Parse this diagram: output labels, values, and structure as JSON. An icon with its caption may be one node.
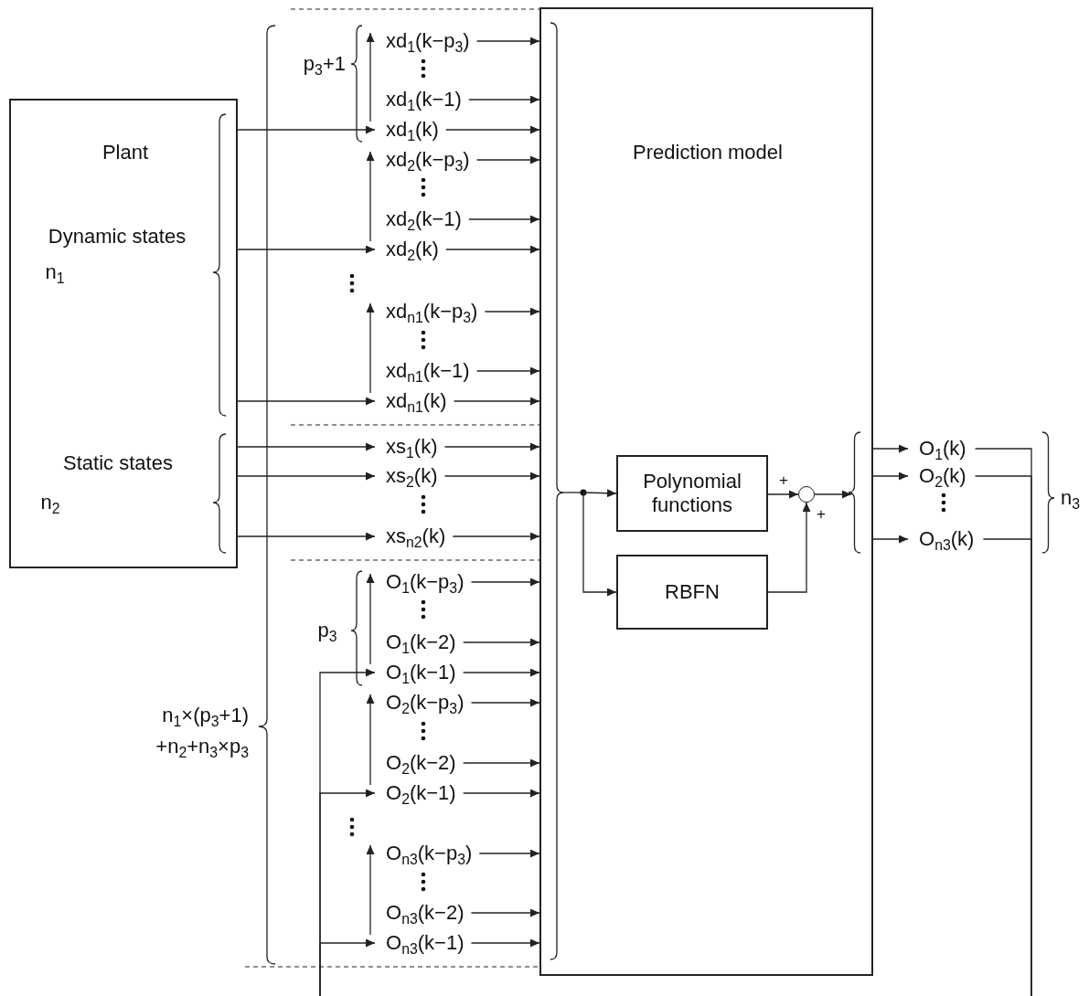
{
  "diagram": {
    "nodes": [
      {
        "text": [
          "Plant",
          "Dynamic states",
          "Static states"
        ]
      },
      {
        "text": [
          "Prediction model"
        ]
      },
      {
        "text": [
          "Polynomial functions"
        ],
        "in": 1
      },
      {
        "text": [],
        "shape": "circle",
        "in": 1
      },
      {
        "text": [
          "RBFN"
        ],
        "in": 1
      },
      {
        "text": [
          "xd$_{1}$(k−p$_{3}$)"
        ]
      },
      {
        "text": [
          "xd$_{1}$(k−1)"
        ]
      },
      {
        "text": [
          "xd$_{1}$(k)"
        ]
      },
      {
        "text": [
          "xd$_{2}$(k−p$_{3}$)"
        ]
      },
      {
        "text": [
          "xd$_{2}$(k−1)"
        ]
      },
      {
        "text": [
          "xd$_{2}$(k)"
        ]
      },
      {
        "text": [
          "xd$_{n1}$(k−p$_{3}$)"
        ]
      },
      {
        "text": [
          "xd$_{n1}$(k−1)"
        ]
      },
      {
        "text": [
          "xd$_{n1}$(k)"
        ]
      },
      {
        "text": [
          "xs$_{1}$(k)"
        ]
      },
      {
        "text": [
          "xs$_{2}$(k)"
        ]
      },
      {
        "text": [
          "xs$_{n2}$(k)"
        ]
      },
      {
        "text": [
          "O$_{1}$(k−p$_{3}$)"
        ]
      },
      {
        "text": [
          "O$_{1}$(k−2)"
        ]
      },
      {
        "text": [
          "O$_{1}$(k−1)"
        ]
      },
      {
        "text": [
          "O$_{2}$(k−p$_{3}$)"
        ]
      },
      {
        "text": [
          "O$_{2}$(k−2)"
        ]
      },
      {
        "text": [
          "O$_{2}$(k−1)"
        ]
      },
      {
        "text": [
          "O$_{n3}$(k−p$_{3}$)"
        ]
      },
      {
        "text": [
          "O$_{n3}$(k−2)"
        ]
      },
      {
        "text": [
          "O$_{n3}$(k−1)"
        ]
      },
      {
        "text": [
          "O$_{1}$(k)"
        ]
      },
      {
        "text": [
          "O$_{2}$(k)"
        ]
      },
      {
        "text": [
          "O$_{n3}$(k)"
        ]
      }
    ],
    "edges": [
      {
        "from": 0,
        "to": 7,
        "arrow": "to"
      },
      {
        "from": 0,
        "to": 10,
        "arrow": "to"
      },
      {
        "from": 0,
        "to": 13,
        "arrow": "to"
      },
      {
        "from": 0,
        "to": 14,
        "arrow": "to"
      },
      {
        "from": 0,
        "to": 15,
        "arrow": "to"
      },
      {
        "from": 0,
        "to": 16,
        "arrow": "to"
      },
      {
        "from": 7,
        "to": 5,
        "arrow": "to"
      },
      {
        "from": 10,
        "to": 8,
        "arrow": "to"
      },
      {
        "from": 13,
        "to": 11,
        "arrow": "to"
      },
      {
        "from": 19,
        "to": 17,
        "arrow": "to"
      },
      {
        "from": 22,
        "to": 20,
        "arrow": "to"
      },
      {
        "from": 25,
        "to": 23,
        "arrow": "to"
      },
      {
        "from": 5,
        "to": 1,
        "arrow": "to"
      },
      {
        "from": 6,
        "to": 1,
        "arrow": "to"
      },
      {
        "from": 7,
        "to": 1,
        "arrow": "to"
      },
      {
        "from": 8,
        "to": 1,
        "arrow": "to"
      },
      {
        "from": 9,
        "to": 1,
        "arrow": "to"
      },
      {
        "from": 10,
        "to": 1,
        "arrow": "to"
      },
      {
        "from": 11,
        "to": 1,
        "arrow": "to"
      },
      {
        "from": 12,
        "to": 1,
        "arrow": "to"
      },
      {
        "from": 13,
        "to": 1,
        "arrow": "to"
      },
      {
        "from": 14,
        "to": 1,
        "arrow": "to"
      },
      {
        "from": 15,
        "to": 1,
        "arrow": "to"
      },
      {
        "from": 16,
        "to": 1,
        "arrow": "to"
      },
      {
        "from": 17,
        "to": 1,
        "arrow": "to"
      },
      {
        "from": 18,
        "to": 1,
        "arrow": "to"
      },
      {
        "from": 19,
        "to": 1,
        "arrow": "to"
      },
      {
        "from": 20,
        "to": 1,
        "arrow": "to"
      },
      {
        "from": 21,
        "to": 1,
        "arrow": "to"
      },
      {
        "from": 22,
        "to": 1,
        "arrow": "to"
      },
      {
        "from": 23,
        "to": 1,
        "arrow": "to"
      },
      {
        "from": 24,
        "to": 1,
        "arrow": "to"
      },
      {
        "from": 25,
        "to": 1,
        "arrow": "to"
      },
      {
        "from": null,
        "to": 2,
        "arrow": "to"
      },
      {
        "from": null,
        "to": 4,
        "arrow": "to"
      },
      {
        "from": 2,
        "to": 3,
        "arrow": "to",
        "label": "+"
      },
      {
        "from": 4,
        "to": 3,
        "arrow": "to",
        "label": "+"
      },
      {
        "from": 3,
        "to": null,
        "arrow": "to"
      },
      {
        "from": 1,
        "to": 26,
        "arrow": "to"
      },
      {
        "from": 1,
        "to": 27,
        "arrow": "to"
      },
      {
        "from": 1,
        "to": 28,
        "arrow": "to"
      },
      {
        "from": 26,
        "to": null,
        "arrow": "none"
      },
      {
        "from": 27,
        "to": null,
        "arrow": "none"
      },
      {
        "from": 28,
        "to": null,
        "arrow": "none"
      },
      {
        "from": null,
        "to": 19,
        "arrow": "to"
      },
      {
        "from": null,
        "to": 22,
        "arrow": "to"
      },
      {
        "from": null,
        "to": 25,
        "arrow": "to"
      }
    ],
    "labels": [
      "p$_{3}$+1",
      "n$_{1}$",
      "n$_{3}$",
      "n$_{2}$",
      "p$_{3}$",
      "n$_{1}$×(p$_{3}$+1) +n$_{2}$+n$_{3}$×p$_{3}$"
    ]
  }
}
